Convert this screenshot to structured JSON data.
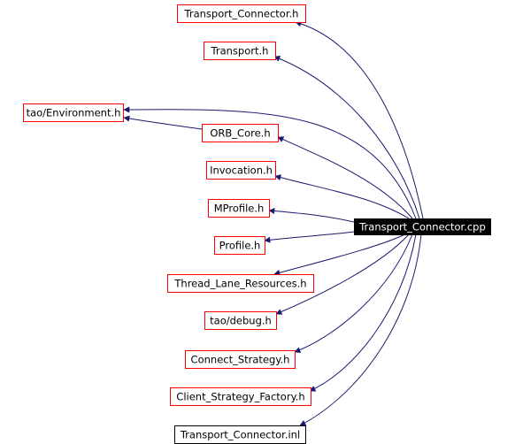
{
  "colors": {
    "edge": "#191970",
    "border_red": "#ff0000",
    "border_black": "#000000",
    "root_fill": "#000000",
    "root_text": "#ffffff",
    "text": "#000000",
    "background": "#ffffff"
  },
  "nodes": {
    "root": {
      "label": "Transport_Connector.cpp",
      "style": "root"
    },
    "transport_connector_h": {
      "label": "Transport_Connector.h",
      "style": "red"
    },
    "transport_h": {
      "label": "Transport.h",
      "style": "red"
    },
    "tao_environment_h": {
      "label": "tao/Environment.h",
      "style": "red"
    },
    "orb_core_h": {
      "label": "ORB_Core.h",
      "style": "red"
    },
    "invocation_h": {
      "label": "Invocation.h",
      "style": "red"
    },
    "mprofile_h": {
      "label": "MProfile.h",
      "style": "red"
    },
    "profile_h": {
      "label": "Profile.h",
      "style": "red"
    },
    "thread_lane_resources_h": {
      "label": "Thread_Lane_Resources.h",
      "style": "red"
    },
    "tao_debug_h": {
      "label": "tao/debug.h",
      "style": "red"
    },
    "connect_strategy_h": {
      "label": "Connect_Strategy.h",
      "style": "red"
    },
    "client_strategy_factory_h": {
      "label": "Client_Strategy_Factory.h",
      "style": "red"
    },
    "transport_connector_inl": {
      "label": "Transport_Connector.inl",
      "style": "black"
    }
  },
  "edges": [
    {
      "from": "root",
      "to": "transport_connector_h"
    },
    {
      "from": "root",
      "to": "transport_h"
    },
    {
      "from": "root",
      "to": "tao_environment_h"
    },
    {
      "from": "root",
      "to": "orb_core_h"
    },
    {
      "from": "root",
      "to": "invocation_h"
    },
    {
      "from": "root",
      "to": "mprofile_h"
    },
    {
      "from": "root",
      "to": "profile_h"
    },
    {
      "from": "root",
      "to": "thread_lane_resources_h"
    },
    {
      "from": "root",
      "to": "tao_debug_h"
    },
    {
      "from": "root",
      "to": "connect_strategy_h"
    },
    {
      "from": "root",
      "to": "client_strategy_factory_h"
    },
    {
      "from": "root",
      "to": "transport_connector_inl"
    },
    {
      "from": "orb_core_h",
      "to": "tao_environment_h"
    }
  ]
}
